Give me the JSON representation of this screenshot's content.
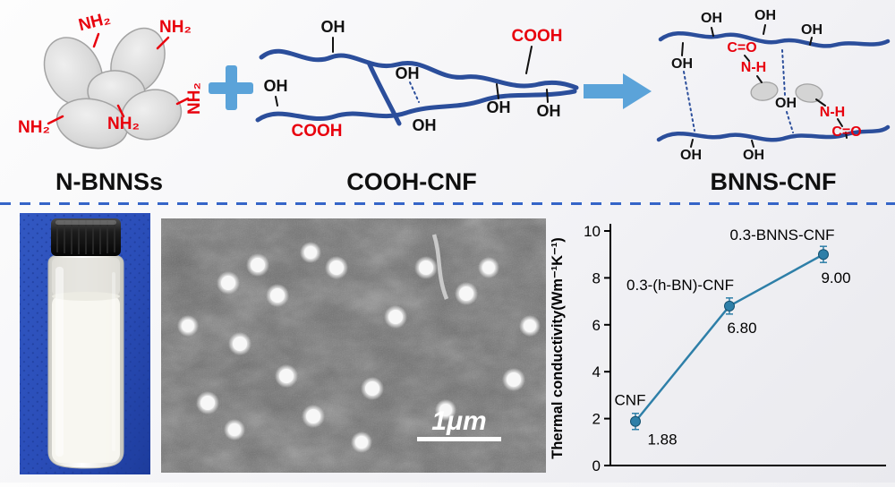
{
  "scheme": {
    "n_bnns": {
      "title": "N-BNNSs",
      "amine": "NH₂"
    },
    "cooh_cnf": {
      "title": "COOH-CNF",
      "oh": "OH",
      "cooh": "COOH"
    },
    "bnns_cnf": {
      "title": "BNNS-CNF",
      "oh": "OH",
      "co": "C=O",
      "nh": "N-H"
    }
  },
  "icons": {
    "plus": "+",
    "reaction_arrow": "→"
  },
  "sem": {
    "scale_label": "1μm"
  },
  "chart_data": {
    "type": "line",
    "categories": [
      "CNF",
      "0.3-(h-BN)-CNF",
      "0.3-BNNS-CNF"
    ],
    "values": [
      1.88,
      6.8,
      9.0
    ],
    "value_labels": [
      "1.88",
      "6.80",
      "9.00"
    ],
    "ylabel": "Thermal conductivity(Wm⁻¹K⁻¹)",
    "ylim": [
      0,
      10
    ],
    "yticks": [
      0,
      2,
      4,
      6,
      8,
      10
    ],
    "line_color": "#2e7fa8",
    "grid": false,
    "legend": "none"
  },
  "colors": {
    "accent_blue": "#5ba3d9",
    "chain_blue": "#2b4e9b",
    "label_red": "#e8000d",
    "divider_blue": "#3565c8",
    "photo_bg_blue": "#2a4db8"
  }
}
